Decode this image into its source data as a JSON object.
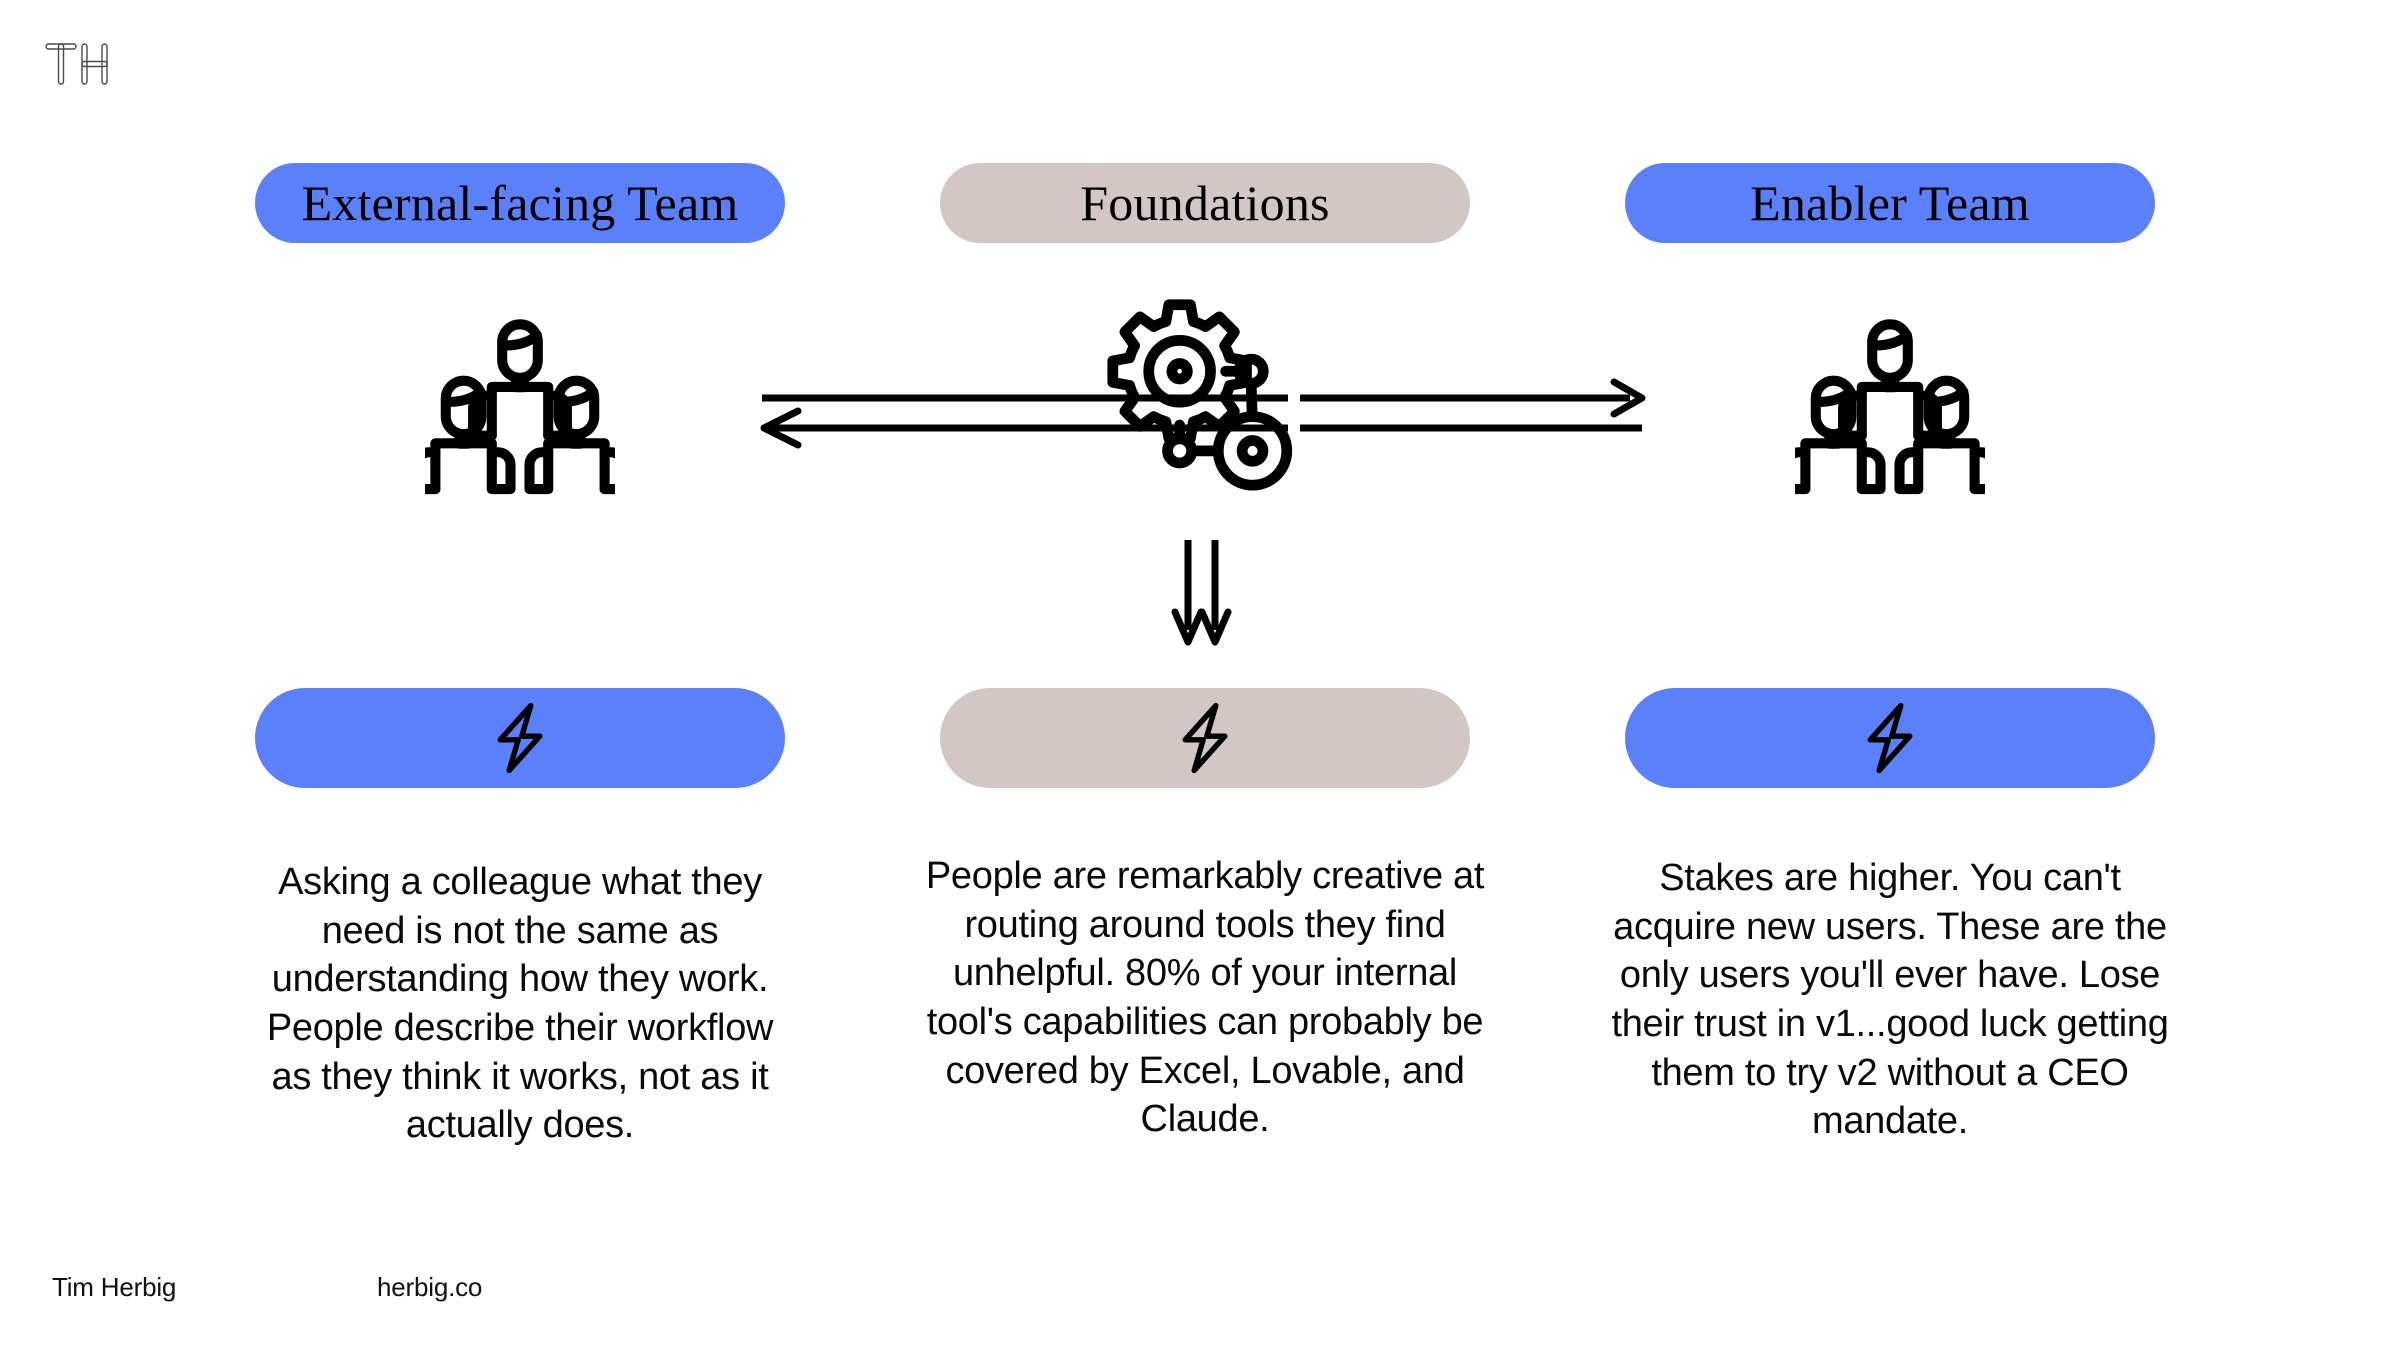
{
  "logo": {
    "name": "th-monogram",
    "text": "TH"
  },
  "columns": [
    {
      "id": "external-facing-team",
      "header": {
        "label": "External-facing Team",
        "bg": "#5B80FB"
      },
      "icon": "people-group-icon",
      "accent": {
        "bg": "#5B80FB",
        "icon": "lightning-bolt-icon"
      },
      "body": "Asking a colleague what they need is not the same as understanding how they work. People describe their workflow as they think it works, not as it actually does."
    },
    {
      "id": "foundations",
      "header": {
        "label": "Foundations",
        "bg": "#D2C7C4"
      },
      "icon": "gear-network-icon",
      "accent": {
        "bg": "#D2C7C4",
        "icon": "lightning-bolt-icon"
      },
      "body": "People are remarkably creative at routing around tools they find unhelpful. 80% of your internal tool's capabilities can probably be covered by Excel, Lovable, and Claude."
    },
    {
      "id": "enabler-team",
      "header": {
        "label": "Enabler Team",
        "bg": "#5B80FB"
      },
      "icon": "people-group-icon",
      "accent": {
        "bg": "#5B80FB",
        "icon": "lightning-bolt-icon"
      },
      "body": "Stakes are higher. You can't acquire new users. These are the only users you'll ever have. Lose their trust in v1...good luck getting them to try v2 without a CEO mandate."
    }
  ],
  "connectors": {
    "left_pair": {
      "top_line": "plain-line",
      "bottom_line": "arrow-left"
    },
    "right_pair": {
      "top_line": "arrow-right",
      "bottom_line": "plain-line"
    },
    "down_pair": {
      "left_line": "arrow-down",
      "right_line": "arrow-down"
    }
  },
  "footer": {
    "name": "Tim Herbig",
    "site": "herbig.co"
  },
  "theme": {
    "background": "#FFFFFF",
    "blue": "#5B80FB",
    "taupe": "#D2C7C4",
    "ink": "#000000"
  }
}
